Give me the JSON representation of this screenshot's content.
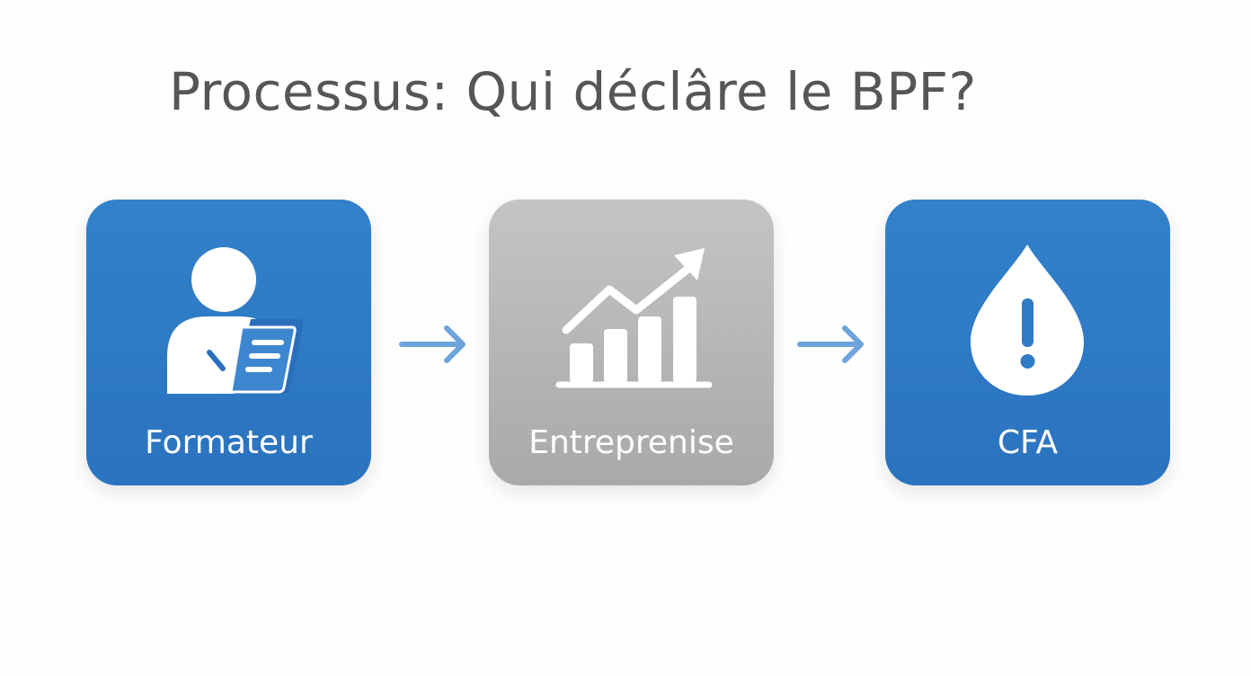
{
  "title": "Processus: Qui déclâre le BPF?",
  "steps": [
    {
      "label": "Formateur",
      "icon": "trainer-document-icon",
      "color": "#2f7bc6"
    },
    {
      "label": "Entreprenise",
      "icon": "growth-chart-icon",
      "color": "#b6b6b6"
    },
    {
      "label": "CFA",
      "icon": "warning-drop-icon",
      "color": "#2f7bc6"
    }
  ],
  "connectors": [
    {
      "icon": "arrow-right-icon",
      "color": "#6ea4dc"
    },
    {
      "icon": "arrow-right-icon",
      "color": "#6ea4dc"
    }
  ]
}
